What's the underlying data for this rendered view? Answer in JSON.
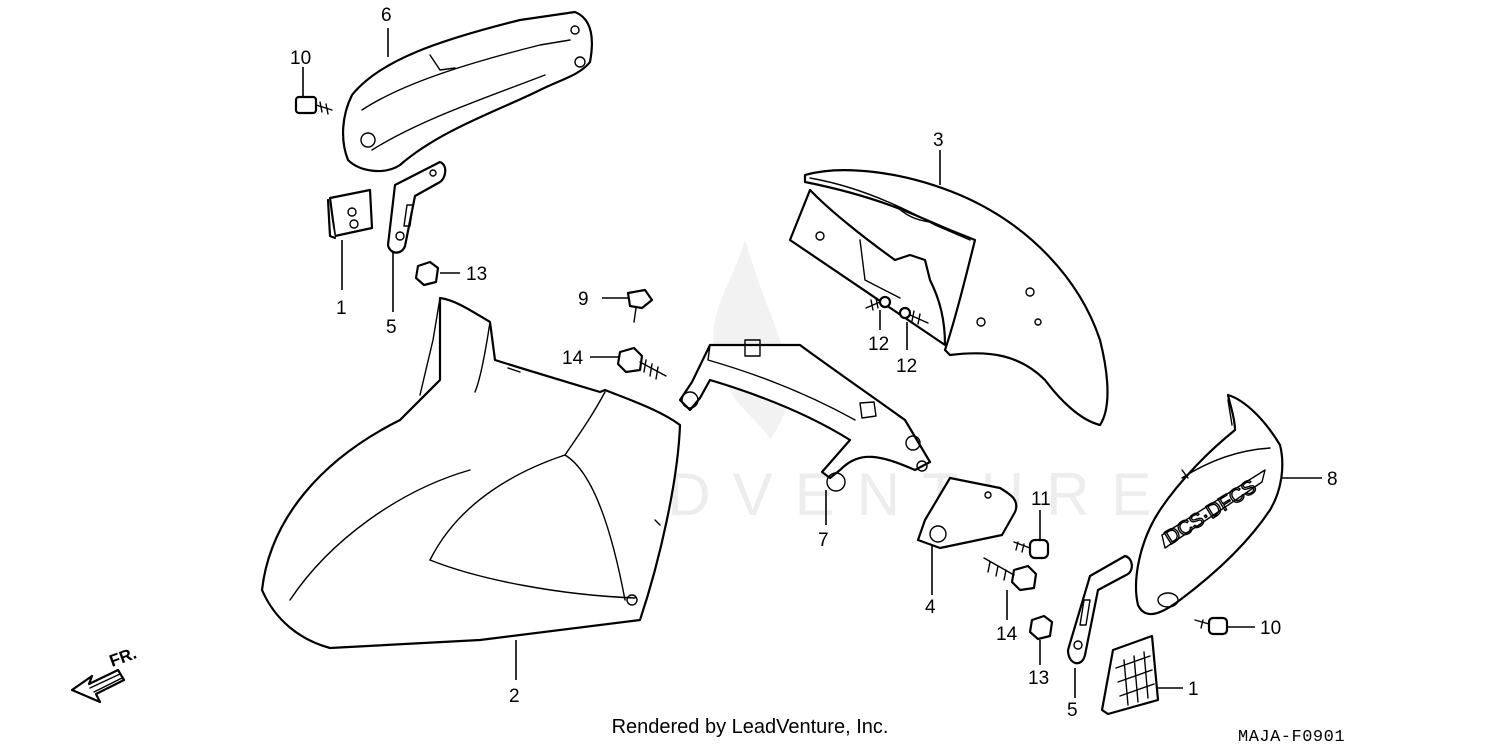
{
  "watermark": "LEADVENTURE",
  "credit": "Rendered by LeadVenture, Inc.",
  "diagram_code": "MAJA-F0901",
  "direction_label": "FR.",
  "callouts": [
    {
      "id": "c6",
      "label": "6"
    },
    {
      "id": "c10a",
      "label": "10"
    },
    {
      "id": "c13a",
      "label": "13"
    },
    {
      "id": "c1a",
      "label": "1"
    },
    {
      "id": "c5a",
      "label": "5"
    },
    {
      "id": "c9",
      "label": "9"
    },
    {
      "id": "c14a",
      "label": "14"
    },
    {
      "id": "c3",
      "label": "3"
    },
    {
      "id": "c12a",
      "label": "12"
    },
    {
      "id": "c12b",
      "label": "12"
    },
    {
      "id": "c7",
      "label": "7"
    },
    {
      "id": "c11",
      "label": "11"
    },
    {
      "id": "c8",
      "label": "8"
    },
    {
      "id": "c4",
      "label": "4"
    },
    {
      "id": "c14b",
      "label": "14"
    },
    {
      "id": "c13b",
      "label": "13"
    },
    {
      "id": "c10b",
      "label": "10"
    },
    {
      "id": "c1b",
      "label": "1"
    },
    {
      "id": "c5b",
      "label": "5"
    },
    {
      "id": "c2",
      "label": "2"
    }
  ]
}
